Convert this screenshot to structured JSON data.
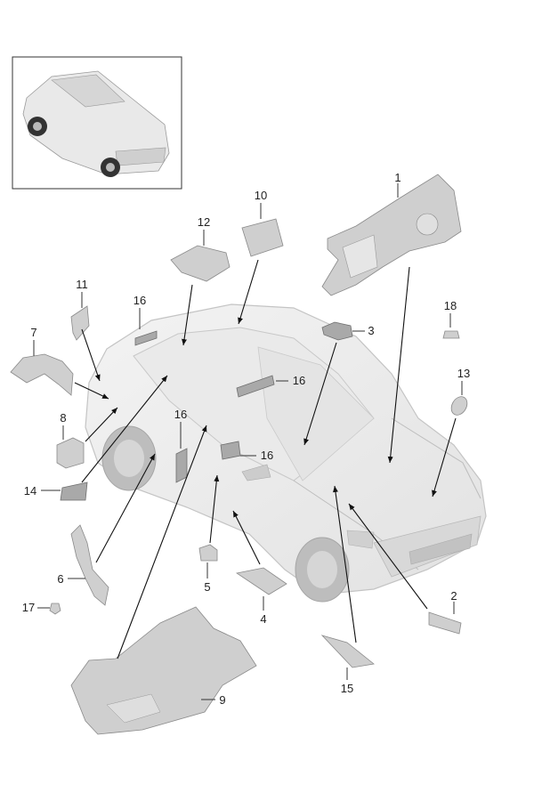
{
  "diagram": {
    "type": "exploded-parts-diagram",
    "subject": "vehicle insulation parts",
    "thumbnail": {
      "shows": "vehicle overview"
    },
    "callouts": [
      {
        "id": "1",
        "label": "1"
      },
      {
        "id": "2",
        "label": "2"
      },
      {
        "id": "3",
        "label": "3"
      },
      {
        "id": "4",
        "label": "4"
      },
      {
        "id": "5",
        "label": "5"
      },
      {
        "id": "6",
        "label": "6"
      },
      {
        "id": "7",
        "label": "7"
      },
      {
        "id": "8",
        "label": "8"
      },
      {
        "id": "9",
        "label": "9"
      },
      {
        "id": "10",
        "label": "10"
      },
      {
        "id": "11",
        "label": "11"
      },
      {
        "id": "12",
        "label": "12"
      },
      {
        "id": "13",
        "label": "13"
      },
      {
        "id": "14",
        "label": "14"
      },
      {
        "id": "15",
        "label": "15"
      },
      {
        "id": "16a",
        "label": "16"
      },
      {
        "id": "16b",
        "label": "16"
      },
      {
        "id": "16c",
        "label": "16"
      },
      {
        "id": "16d",
        "label": "16"
      },
      {
        "id": "17",
        "label": "17"
      },
      {
        "id": "18",
        "label": "18"
      }
    ]
  }
}
